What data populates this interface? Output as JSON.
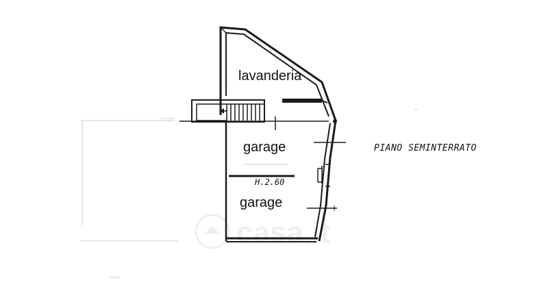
{
  "floor_plan": {
    "title": "PIANO SEMINTERRATO",
    "rooms": [
      {
        "id": "lavanderia",
        "label": "lavanderia"
      },
      {
        "id": "garage-upper",
        "label": "garage"
      },
      {
        "id": "garage-lower",
        "label": "garage"
      }
    ],
    "height_note": "H.2.60",
    "watermark": "casa.it"
  },
  "colors": {
    "line": "#1a1a1a",
    "faint": "#d8d8d8",
    "background": "#ffffff"
  }
}
